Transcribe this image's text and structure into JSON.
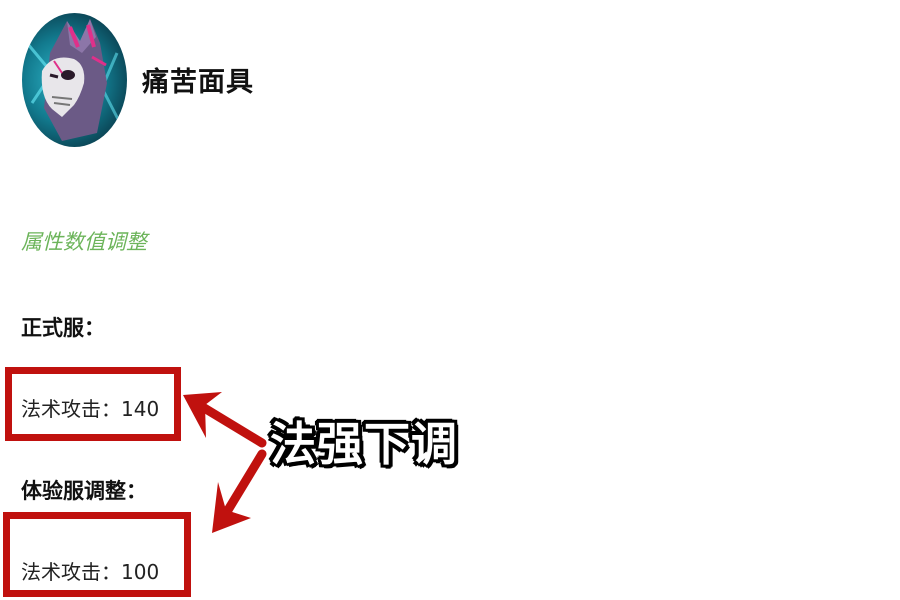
{
  "item": {
    "name": "痛苦面具",
    "icon": "skull-mask-icon"
  },
  "section": {
    "label": "属性数值调整"
  },
  "live_server": {
    "label": "正式服：",
    "stat": "法术攻击：140"
  },
  "test_server": {
    "label": "体验服调整：",
    "stat": "法术攻击：100"
  },
  "annotation": {
    "callout": "法强下调",
    "highlight_color": "#c0110e"
  },
  "colors": {
    "section_label": "#6cb45a",
    "highlight": "#c0110e",
    "text": "#111111"
  }
}
